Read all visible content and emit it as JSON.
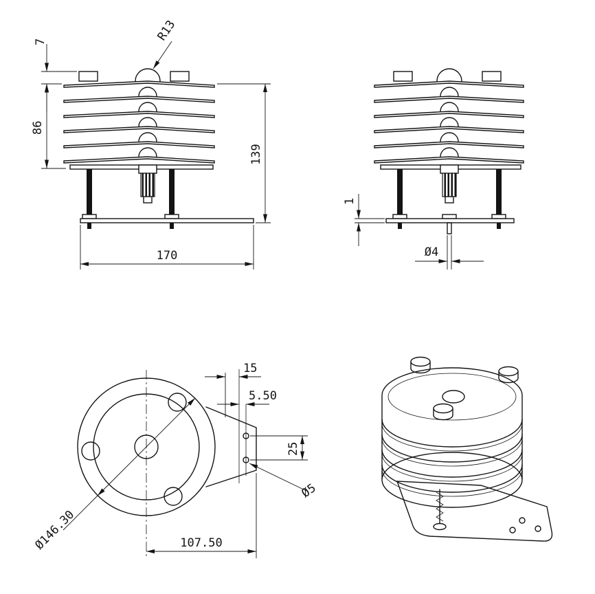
{
  "drawing": {
    "front_view": {
      "dim_top_tab": "7",
      "dim_louver_height": "86",
      "dim_overall_height": "139",
      "dim_base_width": "170",
      "dim_dome_radius": "R13"
    },
    "side_view": {
      "dim_plate_thickness": "1",
      "dim_rod_dia": "Ø4"
    },
    "top_view": {
      "dim_bracket_offset": "15",
      "dim_hole_inset": "5.50",
      "dim_hole_spacing": "25",
      "dim_hole_dia": "Ø5",
      "dim_outer_dia": "Ø146.30",
      "dim_center_to_edge": "107.50"
    }
  }
}
